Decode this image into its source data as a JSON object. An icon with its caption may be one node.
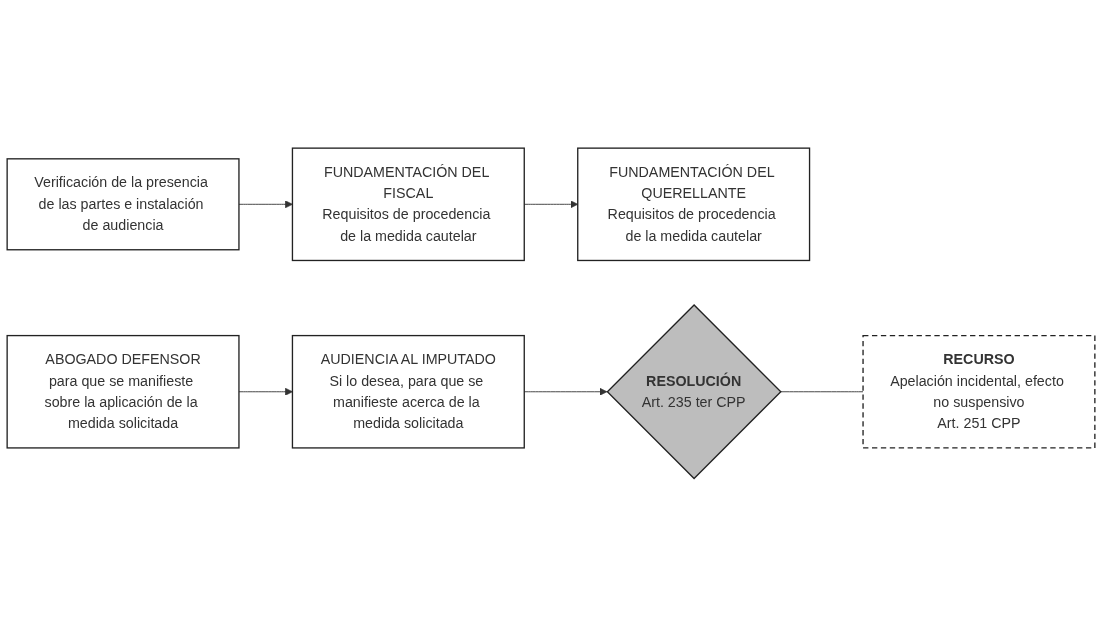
{
  "diagram": {
    "nodes": [
      {
        "text": [
          "Verificación de la presencia de las partes e instalación de audiencia"
        ]
      },
      {
        "text": [
          "FUNDAMENTACIÓN DEL FISCAL",
          "Requisitos de procedencia de la medida cautelar"
        ]
      },
      {
        "text": [
          "FUNDAMENTACIÓN DEL QUERELLANTE",
          "Requisitos de procedencia de la medida cautelar"
        ]
      },
      {
        "text": [
          "ABOGADO DEFENSOR",
          "para que se manifieste sobre la aplicación de la medida solicitada"
        ]
      },
      {
        "text": [
          "AUDIENCIA AL IMPUTADO",
          "Si lo desea, para que se manifieste acerca de la medida solicitada"
        ]
      },
      {
        "text": [
          "RESOLUCIÓN",
          "Art. 235 ter CPP"
        ]
      },
      {
        "text": [
          "RECURSO",
          "Apelación incidental, efecto no suspensivo",
          "Art. 251 CPP"
        ]
      }
    ],
    "edges": [
      {
        "from": 0,
        "to": 1,
        "arrow": "to"
      },
      {
        "from": 1,
        "to": 2,
        "arrow": "to"
      },
      {
        "from": 3,
        "to": 4,
        "arrow": "to"
      },
      {
        "from": 4,
        "to": 5,
        "arrow": "to"
      },
      {
        "from": 5,
        "to": 6,
        "arrow": "none"
      }
    ]
  }
}
